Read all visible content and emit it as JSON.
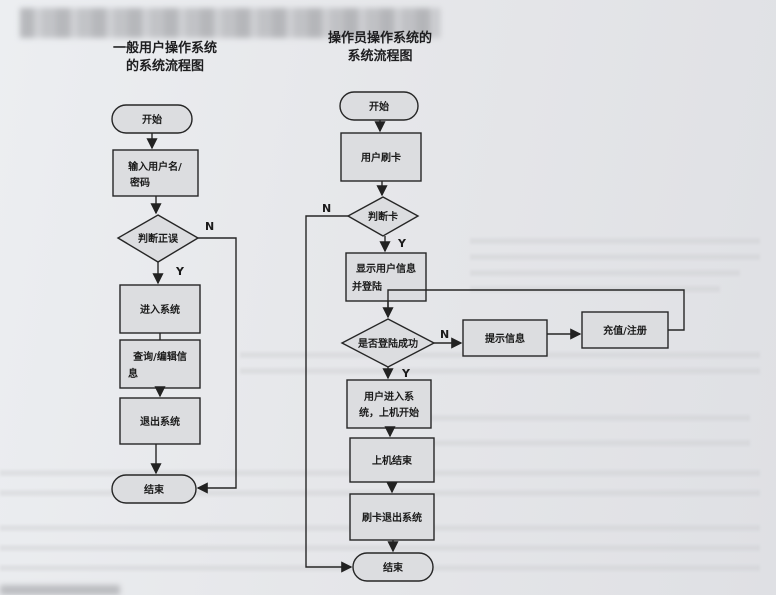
{
  "left_chart": {
    "title_line1": "一般用户操作系统",
    "title_line2": "的系统流程图",
    "start": "开始",
    "input_line1": "输入用户名/",
    "input_line2": "密码",
    "decision": "判断正误",
    "yes": "Y",
    "no": "N",
    "enter": "进入系统",
    "query_line1": "查询/编辑信",
    "query_line2": "息",
    "exit": "退出系统",
    "end": "结束"
  },
  "right_chart": {
    "title_line1": "操作员操作系统的",
    "title_line2": "系统流程图",
    "start": "开始",
    "swipe": "用户刷卡",
    "decision": "判断卡",
    "no_left": "N",
    "yes": "Y",
    "show_line1": "显示用户信息",
    "show_line2": "并登陆",
    "login_check": "是否登陆成功",
    "no_right": "N",
    "yes2": "Y",
    "prompt": "提示信息",
    "recharge": "充值/注册",
    "user_enter_line1": "用户进入系",
    "user_enter_line2": "统，上机开始",
    "machine_end": "上机结束",
    "swipe_exit": "刷卡退出系统",
    "end": "结束"
  }
}
